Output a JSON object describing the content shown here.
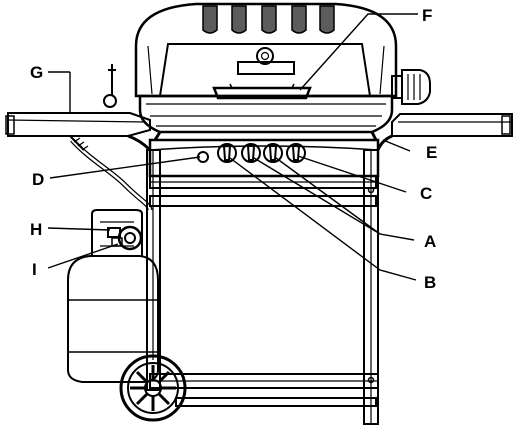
{
  "diagram": {
    "type": "gas-grill-parts-callout",
    "labels": {
      "A": "A",
      "B": "B",
      "C": "C",
      "D": "D",
      "E": "E",
      "F": "F",
      "G": "G",
      "H": "H",
      "I": "I"
    },
    "colors": {
      "line": "#000000",
      "hood_fill": "#8c8c8c",
      "hood_dark": "#5a5a5a",
      "shelf_fill": "#bdbdbd",
      "tank_fill": "#d9d9d9",
      "background": "#ffffff"
    }
  }
}
